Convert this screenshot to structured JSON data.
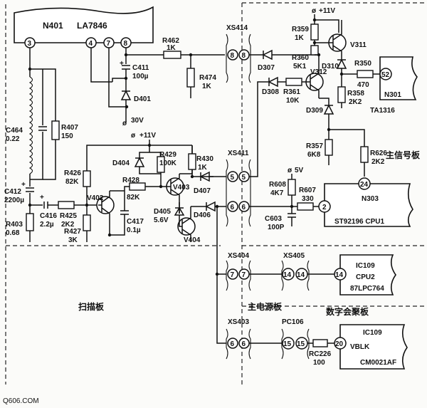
{
  "ics": {
    "n401": {
      "name": "N401",
      "part": "LA7846",
      "pins": [
        "3",
        "4",
        "7",
        "8"
      ]
    },
    "n301": {
      "name": "N301",
      "part": "TA1316",
      "pin": "52"
    },
    "n303": {
      "name": "N303",
      "part": "ST92196 CPU1",
      "pin_a": "24",
      "pin_b": "2"
    },
    "ic109a": {
      "name": "IC109",
      "line2": "CPU2",
      "line3": "87LPC764",
      "pin": "14"
    },
    "ic109b": {
      "name": "IC109",
      "line2": "VBLK",
      "line3": "CM0021AF",
      "pin": "20"
    }
  },
  "connectors": {
    "xs414": {
      "name": "XS414",
      "pins": [
        "8",
        "8"
      ]
    },
    "xs411": {
      "name": "XS411",
      "pins": [
        "5",
        "5",
        "6",
        "6"
      ]
    },
    "xs404": {
      "name": "XS404",
      "pins": [
        "7",
        "7"
      ]
    },
    "xs405": {
      "name": "XS405",
      "pins": [
        "14",
        "14"
      ]
    },
    "xs403": {
      "name": "XS403",
      "pins": [
        "6",
        "6"
      ]
    },
    "pc106": {
      "name": "PC106",
      "pins": [
        "15",
        "15"
      ]
    }
  },
  "components": {
    "r462": "R462",
    "r462v": "1K",
    "r474": "R474",
    "r474v": "1K",
    "c411": "C411",
    "c411v": "100µ",
    "d401": "D401",
    "v30": "30V",
    "c464": "C464",
    "c464v": "0.22",
    "r407": "R407",
    "r407v": "150",
    "c412": "C412",
    "c412v": "2200µ",
    "r403": "R403",
    "r403v": "0.68",
    "c416": "C416",
    "c416v": "2.2µ",
    "r425": "R425",
    "r425v": "2K2",
    "r427": "R427",
    "r427v": "3K",
    "v402": "V402",
    "r426": "R426",
    "r426v": "82K",
    "d404": "D404",
    "r429": "R429",
    "r429v": "100K",
    "r428": "R428",
    "r428v": "82K",
    "c417": "C417",
    "c417v": "0.1µ",
    "v403": "V403",
    "r430": "R430",
    "r430v": "1K",
    "v11a": "+11V",
    "d405": "D405",
    "d405v": "5.6V",
    "v404": "V404",
    "d407": "D407",
    "d406": "D406",
    "d307": "D307",
    "d308": "D308",
    "r359": "R359",
    "r359v": "1K",
    "v11b": "+11V",
    "v311": "V311",
    "r360": "R360",
    "r360v": "5K1",
    "d310": "D310",
    "v312": "V312",
    "r361": "R361",
    "r361v": "10K",
    "r350": "R350",
    "r350v": "470",
    "r358": "R358",
    "r358v": "2K2",
    "d309": "D309",
    "r357": "R357",
    "r357v": "6K8",
    "r626": "R626",
    "r626v": "2K2",
    "r608": "R608",
    "r608v": "4K7",
    "v5": "5V",
    "r607": "R607",
    "r607v": "330",
    "c603": "C603",
    "c603v": "100P",
    "rc226": "RC226",
    "rc226v": "100"
  },
  "boards": {
    "scan": "扫描板",
    "main_signal": "主信号板",
    "main_power": "主电源板",
    "digital": "数字会聚板"
  },
  "watermark": "Q606.COM"
}
